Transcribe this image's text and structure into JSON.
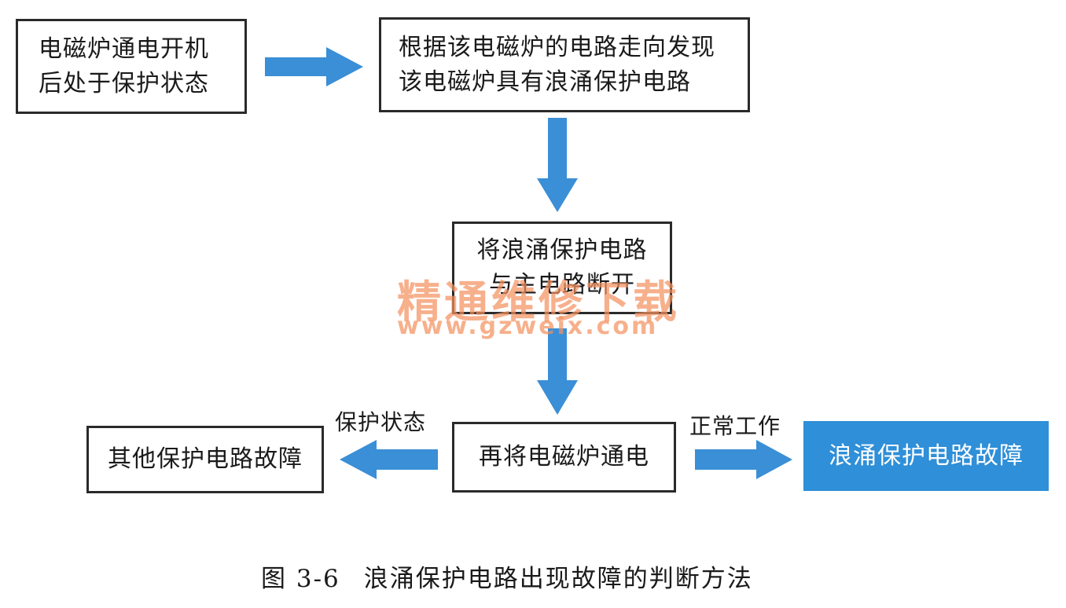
{
  "nodes": {
    "start": {
      "lines": [
        "电磁炉通电开机",
        "后处于保护状态"
      ]
    },
    "find": {
      "lines": [
        "根据该电磁炉的电路走向发现",
        "该电磁炉具有浪涌保护电路"
      ]
    },
    "disconnect": {
      "lines": [
        "将浪涌保护电路",
        "与主电路断开"
      ]
    },
    "repower": {
      "lines": [
        "再将电磁炉通电"
      ]
    },
    "other_fault": {
      "lines": [
        "其他保护电路故障"
      ]
    },
    "surge_fault": {
      "lines": [
        "浪涌保护电路故障"
      ]
    }
  },
  "edges": {
    "protect_state": "保护状态",
    "normal_work": "正常工作"
  },
  "watermark": {
    "cn": "精通维修下载",
    "url": "www.gzweix.com"
  },
  "caption": {
    "number": "图 3-6",
    "title": "浪涌保护电路出现故障的判断方法"
  },
  "colors": {
    "arrow": "#3a8fd6",
    "highlight_box": "#2f8fd8",
    "border": "#2a2a2a",
    "watermark": "#f49260"
  }
}
